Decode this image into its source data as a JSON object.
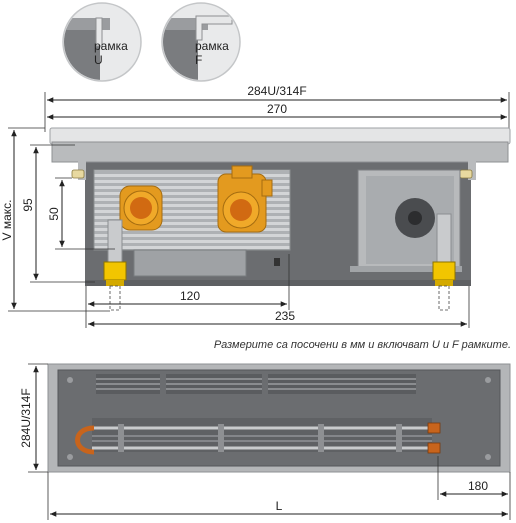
{
  "badges": [
    {
      "line1": "рамка",
      "line2": "U"
    },
    {
      "line1": "рамка",
      "line2": "F"
    }
  ],
  "dims": {
    "top_total": "284U/314F",
    "top_inner": "270",
    "v_max": "V макс.",
    "v_95": "95",
    "v_50": "50",
    "h_120": "120",
    "h_235": "235",
    "left_plan": "284U/314F",
    "h_180": "180",
    "h_L": "L"
  },
  "note": "Размерите са посочени в мм и включват U и F рамките.",
  "colors": {
    "frame_gray": "#b9bbbd",
    "housing": "#6b6d70",
    "fin_light": "#c9cbcd",
    "brass": "#e39a1f",
    "copper": "#c8641c",
    "valve_yellow": "#f2c500"
  }
}
